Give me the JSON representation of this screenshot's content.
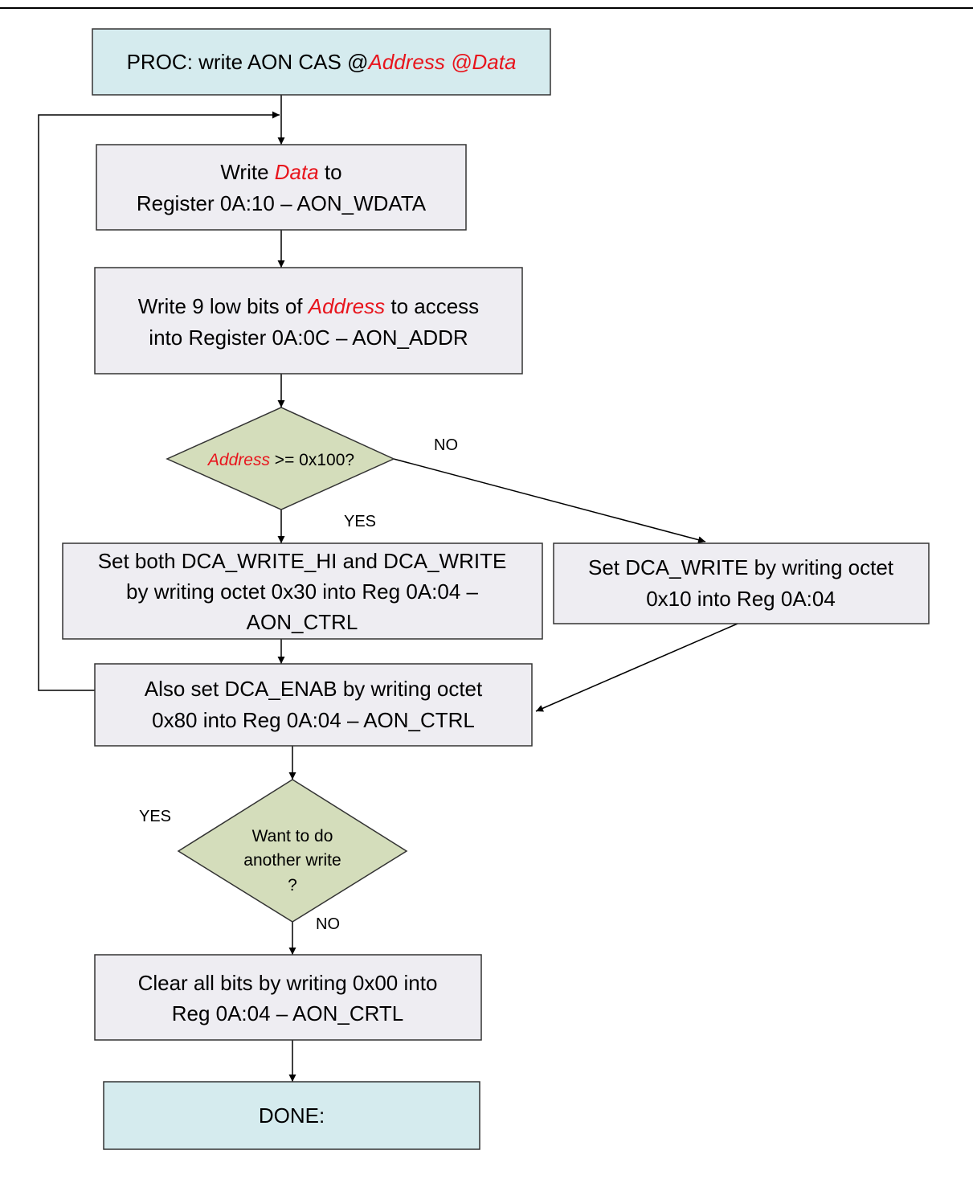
{
  "nodes": {
    "start": {
      "prefix": "PROC: write AON CAS @",
      "var1": "Address",
      "sep": " @",
      "var2": "Data",
      "fill": "#d5ebee"
    },
    "write_data": {
      "l1_pre": "Write ",
      "l1_var": "Data",
      "l1_post": " to",
      "l2": "Register 0A:10 – AON_WDATA",
      "fill": "#eeedf2"
    },
    "write_addr": {
      "l1_pre": "Write 9 low bits of ",
      "l1_var": "Address",
      "l1_post": " to access",
      "l2": "into Register 0A:0C – AON_ADDR",
      "fill": "#eeedf2"
    },
    "decision_addr": {
      "var": "Address",
      "post": " >= 0x100?",
      "fill": "#d4ddbb"
    },
    "set_both": {
      "l1": "Set both DCA_WRITE_HI and DCA_WRITE",
      "l2": "by writing octet 0x30 into Reg 0A:04 –",
      "l3": "AON_CTRL",
      "fill": "#eeedf2"
    },
    "set_write": {
      "l1": "Set DCA_WRITE by writing octet",
      "l2": "0x10 into Reg 0A:04",
      "fill": "#eeedf2"
    },
    "set_enab": {
      "l1": "Also set DCA_ENAB by writing octet",
      "l2": "0x80 into Reg 0A:04 – AON_CTRL",
      "fill": "#eeedf2"
    },
    "decision_again": {
      "l1": "Want to do",
      "l2": "another write",
      "l3": "?",
      "fill": "#d4ddbb"
    },
    "clear": {
      "l1": "Clear all bits by writing 0x00 into",
      "l2": "Reg 0A:04 – AON_CRTL",
      "fill": "#eeedf2"
    },
    "done": {
      "label": "DONE:",
      "fill": "#d5ebee"
    }
  },
  "edge_labels": {
    "addr_no": "NO",
    "addr_yes": "YES",
    "again_yes": "YES",
    "again_no": "NO"
  },
  "colors": {
    "highlight_text": "#e8141c",
    "stroke": "#333333"
  }
}
